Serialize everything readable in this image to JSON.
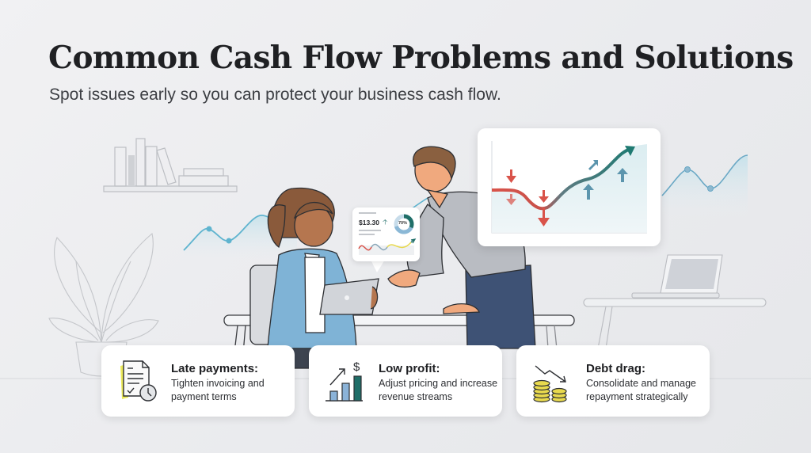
{
  "header": {
    "title": "Common Cash Flow Problems and Solutions",
    "subtitle": "Spot issues early so you can protect your business cash flow."
  },
  "illustration": {
    "phone_bubble": {
      "amount": "$13.30",
      "trend": "up-arrow",
      "donut_percent": "70%"
    },
    "wall_chart": {
      "description": "Line declining with red down arrows, then recovering with teal up arrows"
    }
  },
  "cards": [
    {
      "icon": "late-invoice-clock-icon",
      "title": "Late payments:",
      "description": "Tighten invoicing and payment terms"
    },
    {
      "icon": "rising-bar-chart-dollar-icon",
      "title": "Low profit:",
      "description": "Adjust pricing and increase revenue streams"
    },
    {
      "icon": "coins-downtrend-icon",
      "title": "Debt drag:",
      "description": "Consolidate and manage repayment strategically"
    }
  ],
  "colors": {
    "background": "#eceef0",
    "title": "#1f2023",
    "teal": "#1f7a72",
    "red": "#d9534a",
    "light_blue": "#7fb3d6",
    "coin_yellow": "#e8d94e"
  }
}
